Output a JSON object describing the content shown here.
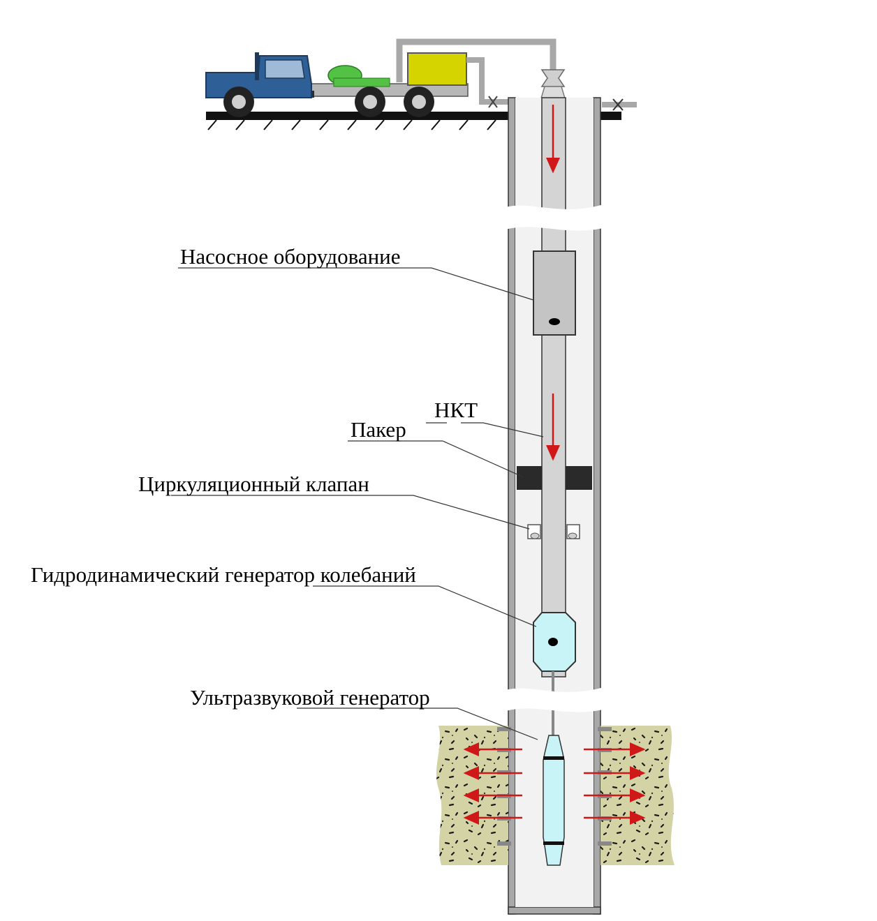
{
  "labels": {
    "pump": "Насосное оборудование",
    "nkt": "НКТ",
    "packer": "Пакер",
    "valve": "Циркуляционный клапан",
    "hydro_gen": "Гидродинамический генератор колебаний",
    "ultra_gen": "Ультразвуковой генератор"
  },
  "colors": {
    "truck_cab": "#2f5f97",
    "tank_yellow": "#d6d400",
    "tank_green": "#53c244",
    "pipe_gray": "#a8a8a8",
    "rock": "#d4d3a6",
    "flow_arrow": "#d01818",
    "generator_fill": "#c8f4f8",
    "packer": "#2a2a2a"
  }
}
